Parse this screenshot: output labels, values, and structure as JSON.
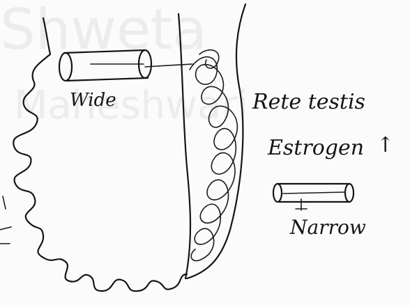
{
  "diagram": {
    "labels": {
      "wide": "Wide",
      "rete_testis": "Rete testis",
      "estrogen": "Estrogen",
      "estrogen_arrow": "↑",
      "narrow": "Narrow"
    },
    "colors": {
      "ink": "#141414",
      "paper": "#fbfbfb",
      "watermark": "#ececec"
    }
  }
}
